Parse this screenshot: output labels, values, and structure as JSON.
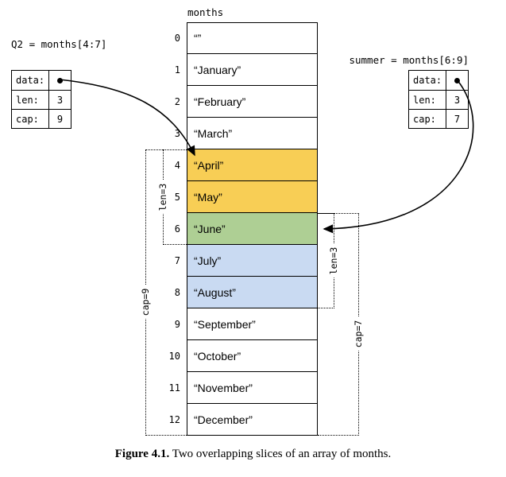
{
  "array": {
    "title": "months"
  },
  "array_cells": [
    {
      "index": "0",
      "value": "“”",
      "highlight": null
    },
    {
      "index": "1",
      "value": "“January”",
      "highlight": null
    },
    {
      "index": "2",
      "value": "“February”",
      "highlight": null
    },
    {
      "index": "3",
      "value": "“March”",
      "highlight": null
    },
    {
      "index": "4",
      "value": "“April”",
      "highlight": "q2_only"
    },
    {
      "index": "5",
      "value": "“May”",
      "highlight": "q2_only"
    },
    {
      "index": "6",
      "value": "“June”",
      "highlight": "overlap"
    },
    {
      "index": "7",
      "value": "“July”",
      "highlight": "summer_only"
    },
    {
      "index": "8",
      "value": "“August”",
      "highlight": "summer_only"
    },
    {
      "index": "9",
      "value": "“September”",
      "highlight": null
    },
    {
      "index": "10",
      "value": "“October”",
      "highlight": null
    },
    {
      "index": "11",
      "value": "“November”",
      "highlight": null
    },
    {
      "index": "12",
      "value": "“December”",
      "highlight": null
    }
  ],
  "q2": {
    "header": "Q2 = months[4:7]",
    "data_label": "data:",
    "len_label": "len:",
    "len_value": "3",
    "cap_label": "cap:",
    "cap_value": "9"
  },
  "summer": {
    "header": "summer = months[6:9]",
    "data_label": "data:",
    "len_label": "len:",
    "len_value": "3",
    "cap_label": "cap:",
    "cap_value": "7"
  },
  "brackets": {
    "q2_len": "len=3",
    "q2_cap": "cap=9",
    "summer_len": "len=3",
    "summer_cap": "cap=7"
  },
  "caption": {
    "label": "Figure 4.1.",
    "text": "Two overlapping slices of an array of months."
  },
  "colors": {
    "q2_only": "#F8CE55",
    "overlap": "#AECF94",
    "summer_only": "#C9DAF2"
  }
}
